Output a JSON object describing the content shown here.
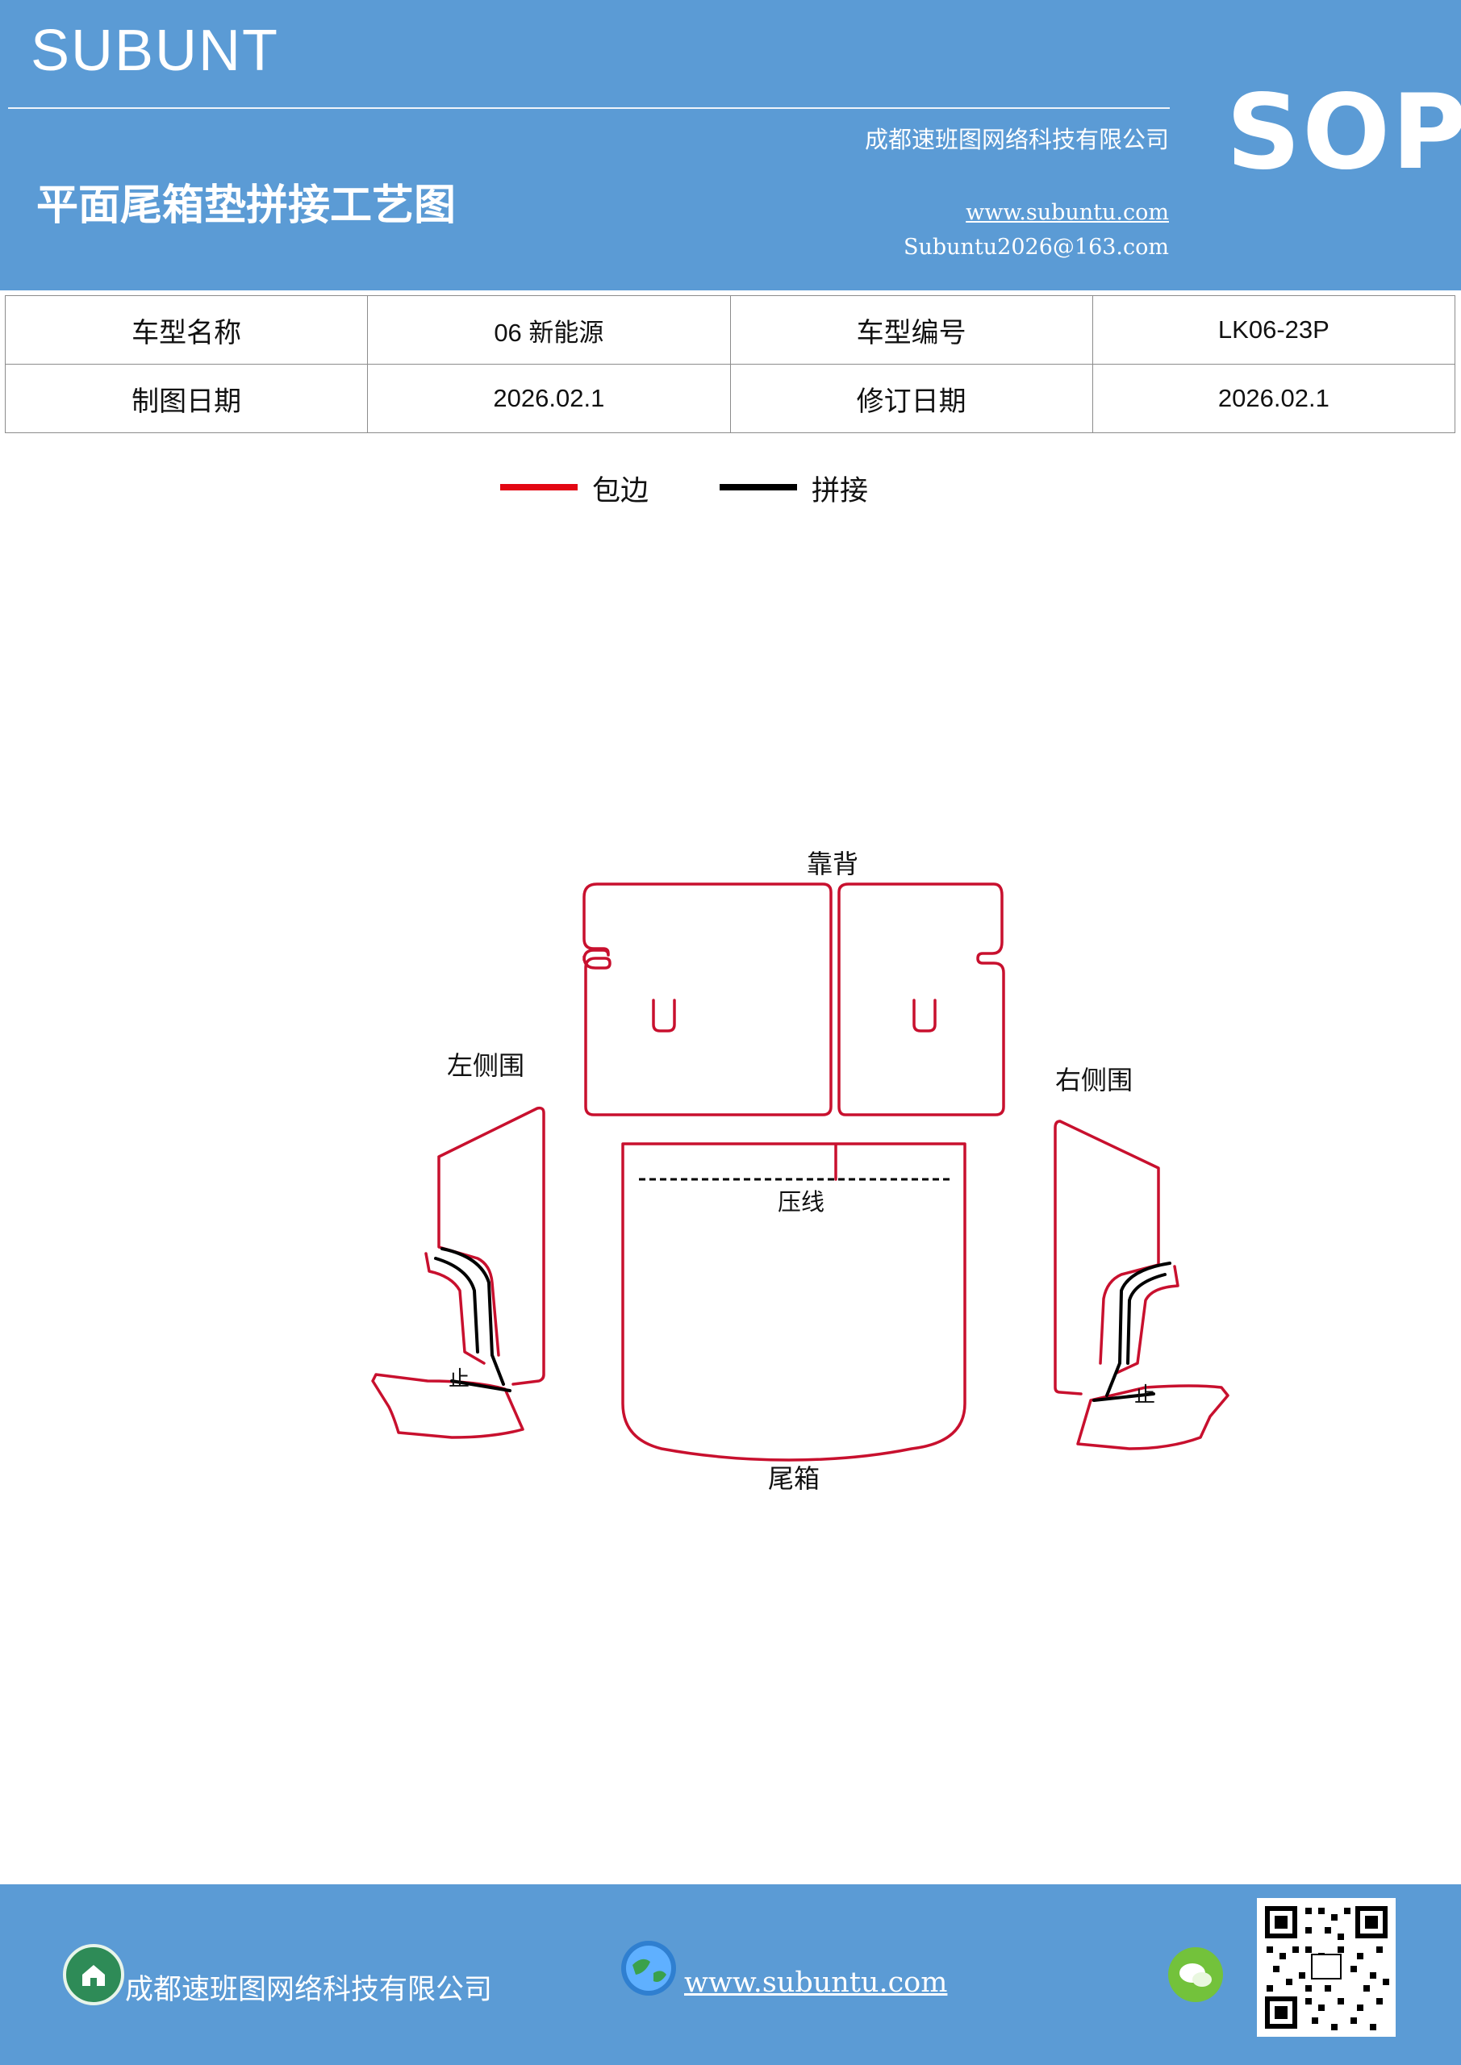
{
  "header": {
    "brand": "SUBUNT",
    "company": "成都速班图网络科技有限公司",
    "doc_title": "平面尾箱垫拼接工艺图",
    "website": "www.subuntu.com",
    "email": "Subuntu2026@163.com",
    "badge": "SOP"
  },
  "info_table": {
    "model_name_label": "车型名称",
    "model_name_value": "06 新能源",
    "model_code_label": "车型编号",
    "model_code_value": "LK06-23P",
    "drawing_date_label": "制图日期",
    "drawing_date_value": "2026.02.1",
    "revision_date_label": "修订日期",
    "revision_date_value": "2026.02.1"
  },
  "legend": {
    "binding_label": "包边",
    "binding_color": "#e30613",
    "splice_label": "拼接",
    "splice_color": "#000000"
  },
  "diagram": {
    "backrest_label": "靠背",
    "left_side_label": "左侧围",
    "right_side_label": "右侧围",
    "crease_label": "压线",
    "trunk_label": "尾箱",
    "stop_label": "止",
    "outline_color": "#c8102e"
  },
  "footer": {
    "company": "成都速班图网络科技有限公司",
    "website": "www.subuntu.com",
    "home_icon": "home-icon",
    "globe_icon": "globe-icon",
    "wechat_icon": "wechat-icon",
    "qr_icon": "qr-code-icon"
  }
}
